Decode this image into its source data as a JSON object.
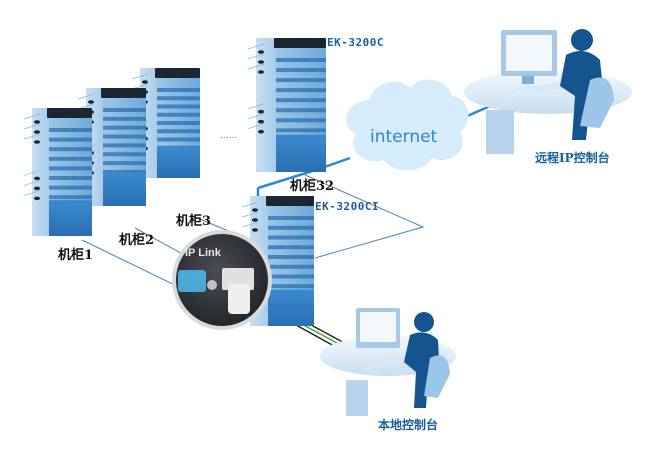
{
  "diagram": {
    "title": "",
    "racks": [
      {
        "id": "rack1",
        "label": "机柜1"
      },
      {
        "id": "rack2",
        "label": "机柜2"
      },
      {
        "id": "rack3",
        "label": "机柜3"
      },
      {
        "id": "rack32",
        "label": "机柜32"
      }
    ],
    "ellipsis": "......",
    "devices": {
      "top_switch": "EK-3200C",
      "main_switch": "EK-3200CI"
    },
    "cloud": {
      "label": "internet"
    },
    "callout": {
      "label": "IP Link"
    },
    "consoles": {
      "remote": "远程IP控制台",
      "local": "本地控制台"
    },
    "colors": {
      "rack_light": "#a9cbe6",
      "rack_mid": "#5a9fd4",
      "rack_dark": "#2a6fb0",
      "switch_black": "#1b2633",
      "cloud_fill": "#d6ecfa",
      "link_blue": "#2a86d6",
      "thin_line": "#4a86b8",
      "label_blue": "#1a5f99",
      "cable_green": "#3aa83a"
    }
  }
}
